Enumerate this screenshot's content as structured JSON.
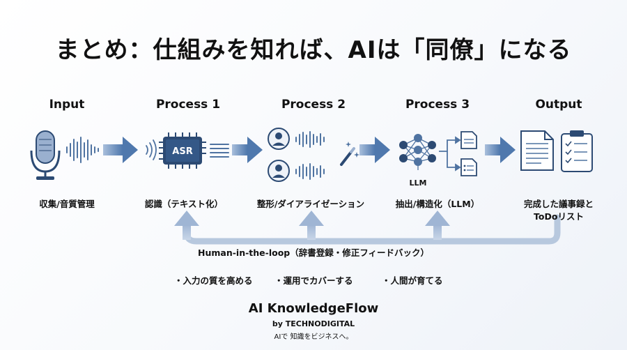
{
  "title": "まとめ：仕組みを知れば、AIは「同僚」になる",
  "stages": [
    {
      "title": "Input",
      "label": "収集/音質管理"
    },
    {
      "title": "Process 1",
      "label": "認識（テキスト化）"
    },
    {
      "title": "Process 2",
      "label": "整形/ダイアライゼーション"
    },
    {
      "title": "Process 3",
      "label": "抽出/構造化（LLM）"
    },
    {
      "title": "Output",
      "label_line1": "完成した議事録と",
      "label_line2": "ToDoリスト"
    }
  ],
  "chip_text": "ASR",
  "llm_text": "LLM",
  "loop_label": "Human-in-the-loop（辞書登録・修正フィードバック）",
  "bullets": [
    "・入力の質を高める",
    "・運用でカバーする",
    "・人間が育てる"
  ],
  "brand": {
    "name": "AI KnowledgeFlow",
    "by": "by TECHNODIGITAL",
    "tagline": "AIで 知識をビジネスへ。"
  },
  "colors": {
    "arrow": "#5b82b5",
    "loop": "#b7c8de",
    "icon_dark": "#2c4a73",
    "icon_mid": "#4f73a1"
  },
  "icons": [
    "microphone-icon",
    "sound-wave-icon",
    "asr-chip-icon",
    "speaker-avatar-icon",
    "magic-wand-icon",
    "neural-network-icon",
    "document-icon",
    "clipboard-checklist-icon"
  ]
}
